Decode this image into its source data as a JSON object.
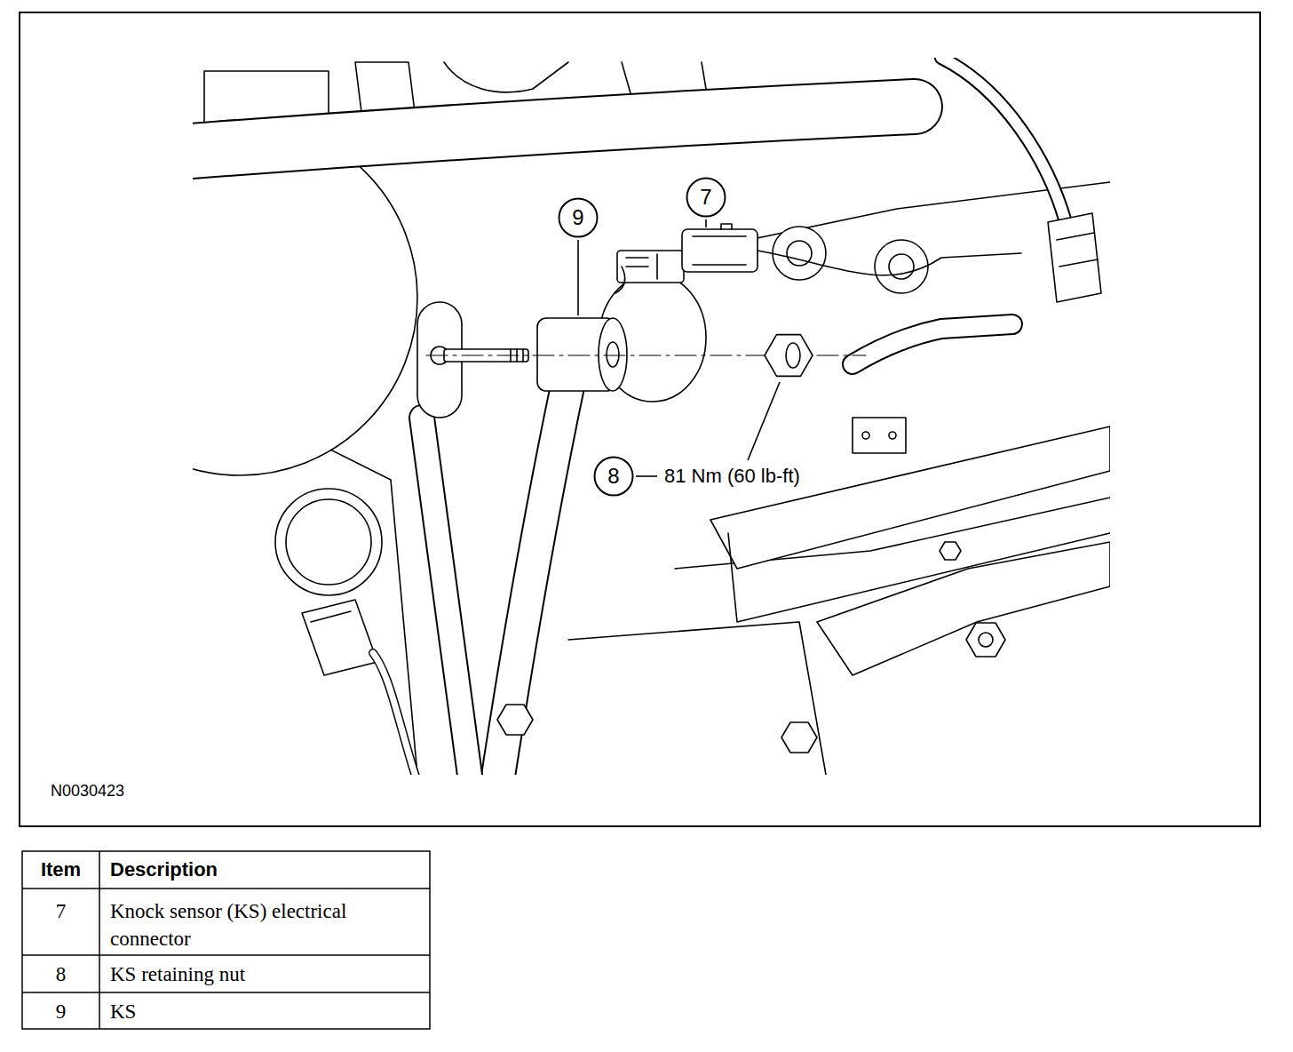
{
  "diagram": {
    "nodes": [
      {
        "text": [
          "9"
        ]
      },
      {
        "text": [
          "7"
        ]
      },
      {
        "text": [
          "8"
        ]
      }
    ],
    "labels": [
      "81 Nm (60 lb-ft)",
      "N0030423",
      "Item",
      "Description",
      "7",
      "Knock sensor (KS) electrical connector",
      "8",
      "KS retaining nut",
      "9",
      "KS"
    ]
  }
}
